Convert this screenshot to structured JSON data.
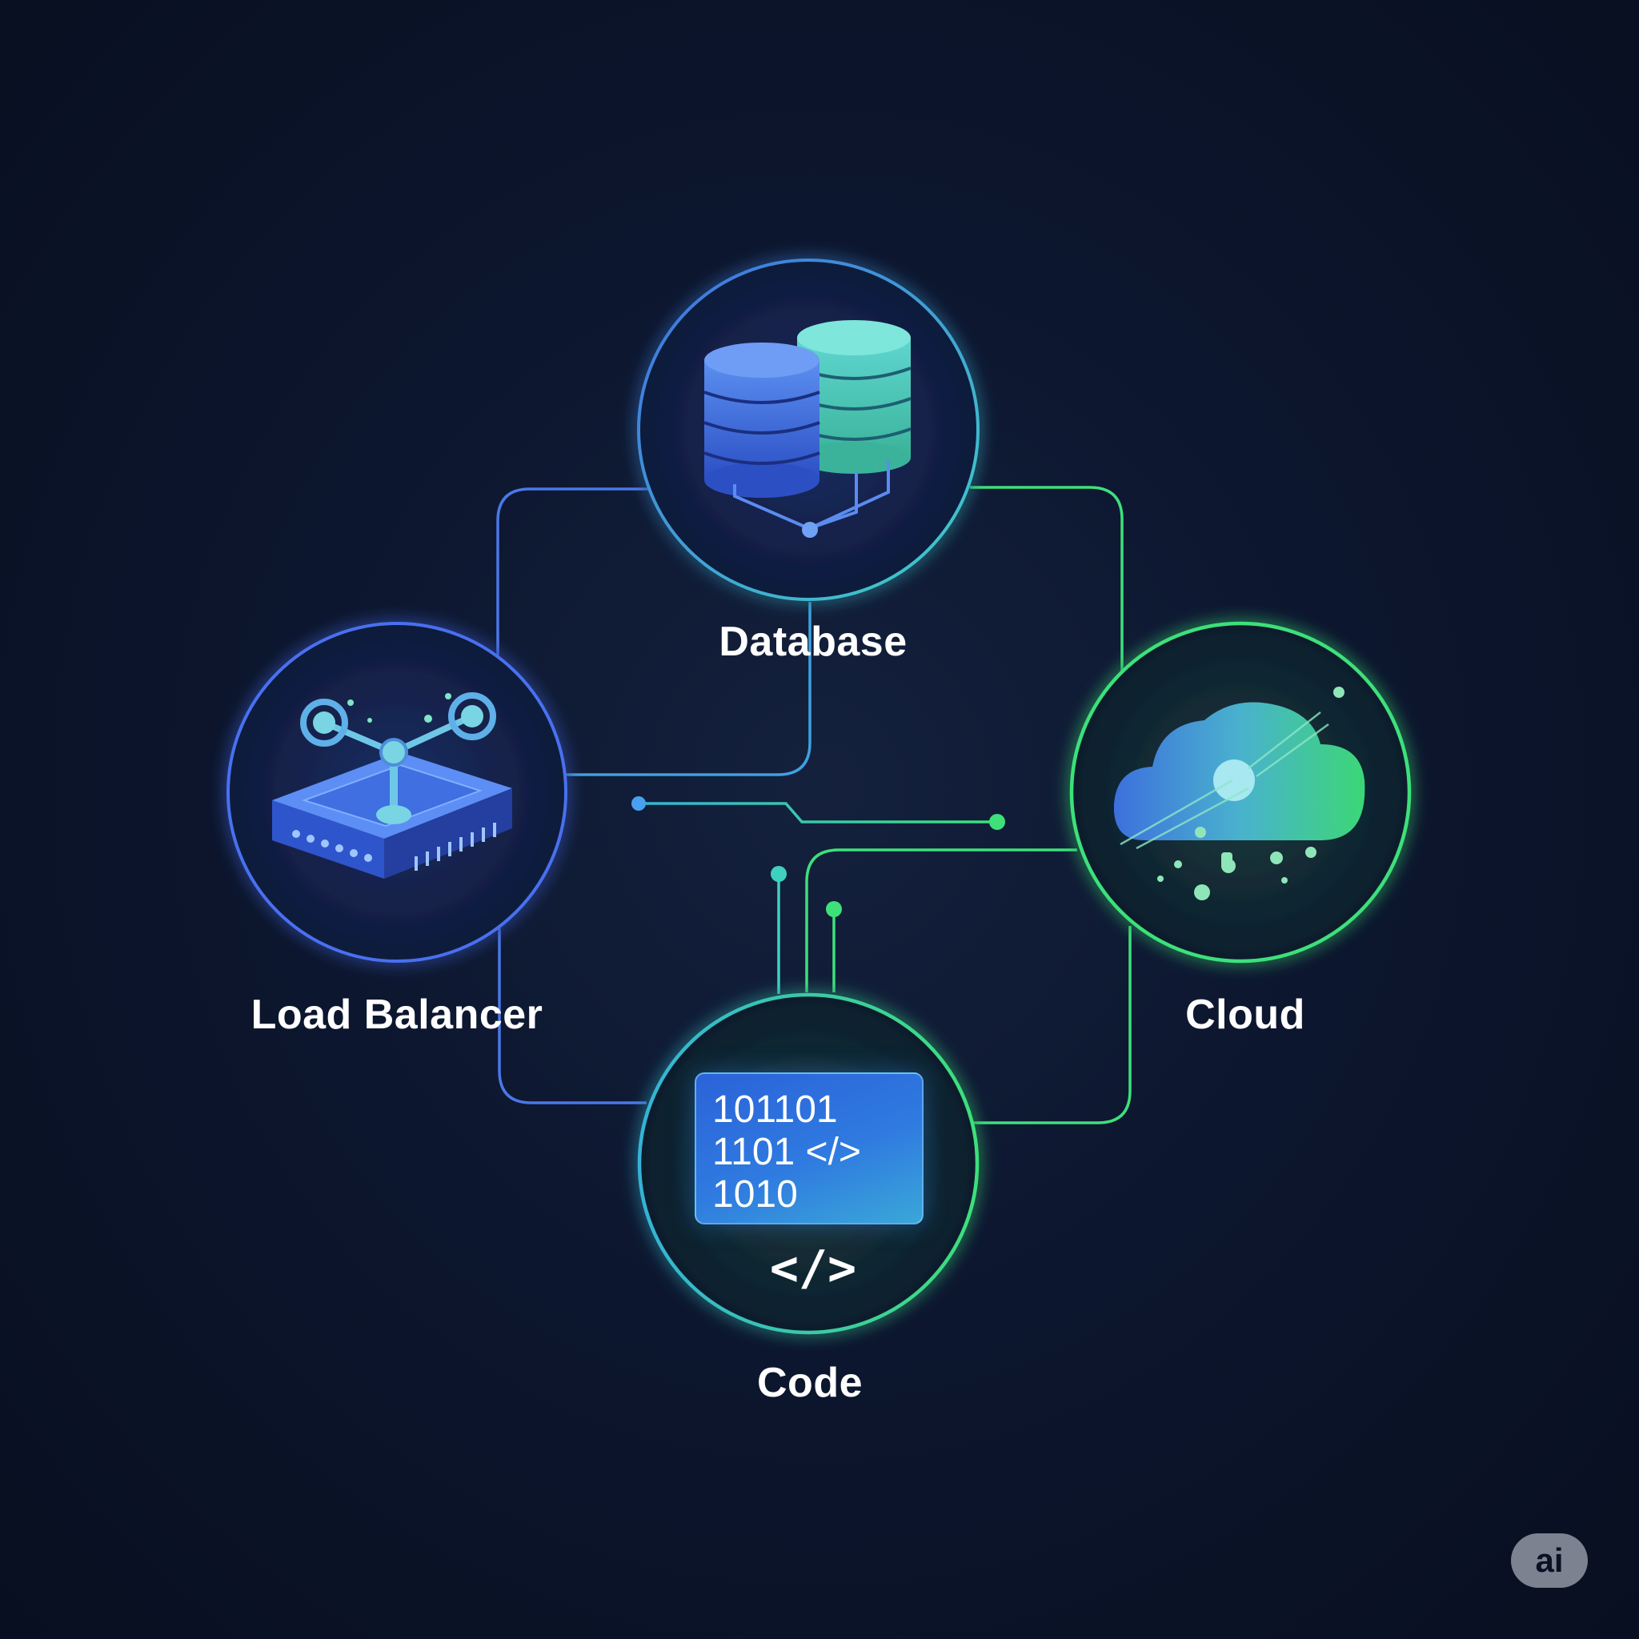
{
  "nodes": {
    "database": {
      "label": "Database"
    },
    "load_balancer": {
      "label": "Load Balancer"
    },
    "cloud": {
      "label": "Cloud"
    },
    "code": {
      "label": "Code",
      "screen_lines": [
        "101101",
        "1101 </>",
        "1010"
      ],
      "tag": "</>"
    }
  },
  "badge": {
    "text": "ai"
  },
  "colors": {
    "background": "#0a1226",
    "blue_accent": "#3f6fe0",
    "cyan_accent": "#3fa8e0",
    "green_accent": "#3ee07a",
    "text": "#ffffff"
  },
  "icons": {
    "database": "database-stack-icon",
    "load_balancer": "load-balancer-device-icon",
    "cloud": "cloud-icon",
    "code": "code-screen-icon"
  }
}
